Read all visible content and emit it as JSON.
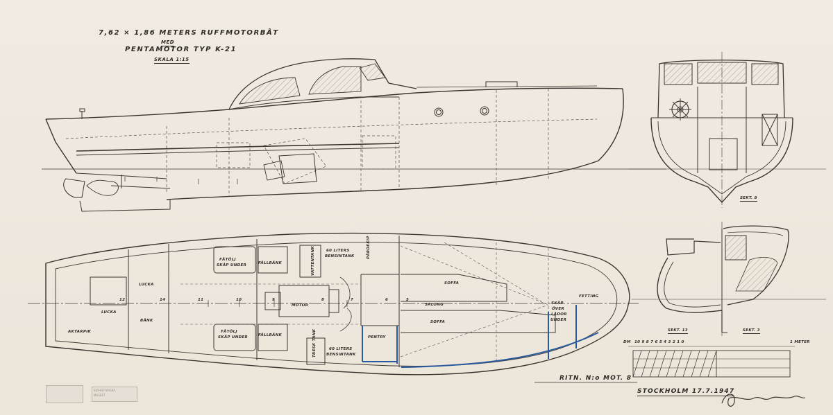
{
  "title": {
    "line1": "7,62 × 1,86 METERS RUFFMOTORBÅT",
    "line2": "MED",
    "line3": "PENTAMOTOR   TYP K-21",
    "line4": "SKALA 1:15"
  },
  "plan_labels": {
    "aktarpik": "AKTARPIK",
    "lucka": "LUCKA",
    "lucka_top": "LUCKA",
    "bank": "BÄNK",
    "motor": "MOTOR",
    "fatolj_top": "FÅTÖLJ",
    "skap_under_top": "SKÅP UNDER",
    "fallbank_top": "FÄLLBÄNK",
    "fatolj_bottom": "FÅTÖLJ",
    "skap_under_bottom": "SKÅP UNDER",
    "fallbank_bottom": "FÄLLBÄNK",
    "tank_top_1": "60 LITERS",
    "tank_top_2": "BENSINTANK",
    "tank_bottom_1": "60 LITERS",
    "tank_bottom_2": "BENSINTANK",
    "pardekip": "PÅRDEKIP",
    "tank_vert": "VATTENTANK",
    "vertical_bottom": "TRESK TANK",
    "pentry": "PENTRY",
    "salong": "SALONG",
    "soffa_top": "SOFFA",
    "soffa_bottom": "SOFFA",
    "skap_over_1": "SKÅP",
    "skap_over_2": "ÖVER",
    "skap_over_3": "LÅDOR",
    "skap_over_4": "UNDER",
    "fetting": "FETTING",
    "frame_nums": [
      "12",
      "14",
      "11",
      "10",
      "9",
      "8",
      "7",
      "6",
      "5"
    ]
  },
  "section_labels": {
    "sekt_top": "SEKT. 8",
    "sekt_left": "SEKT. 13",
    "sekt_right": "SEKT. 3"
  },
  "scale_bar": {
    "prefix": "DM",
    "ticks": "10  9  8  7  6  5  4  3  2  1  0",
    "end": "1 METER"
  },
  "ritn": "RITN. N:o  MOT. 8",
  "place_date": "STOCKHOLM  17.7.1947",
  "stamps": {
    "a": "SJÖHISTORISKA",
    "b": "MUSEET"
  },
  "colors": {
    "ink": "#2f2b27",
    "paper": "#efe9df",
    "blue_ink": "#2a5a9e"
  }
}
